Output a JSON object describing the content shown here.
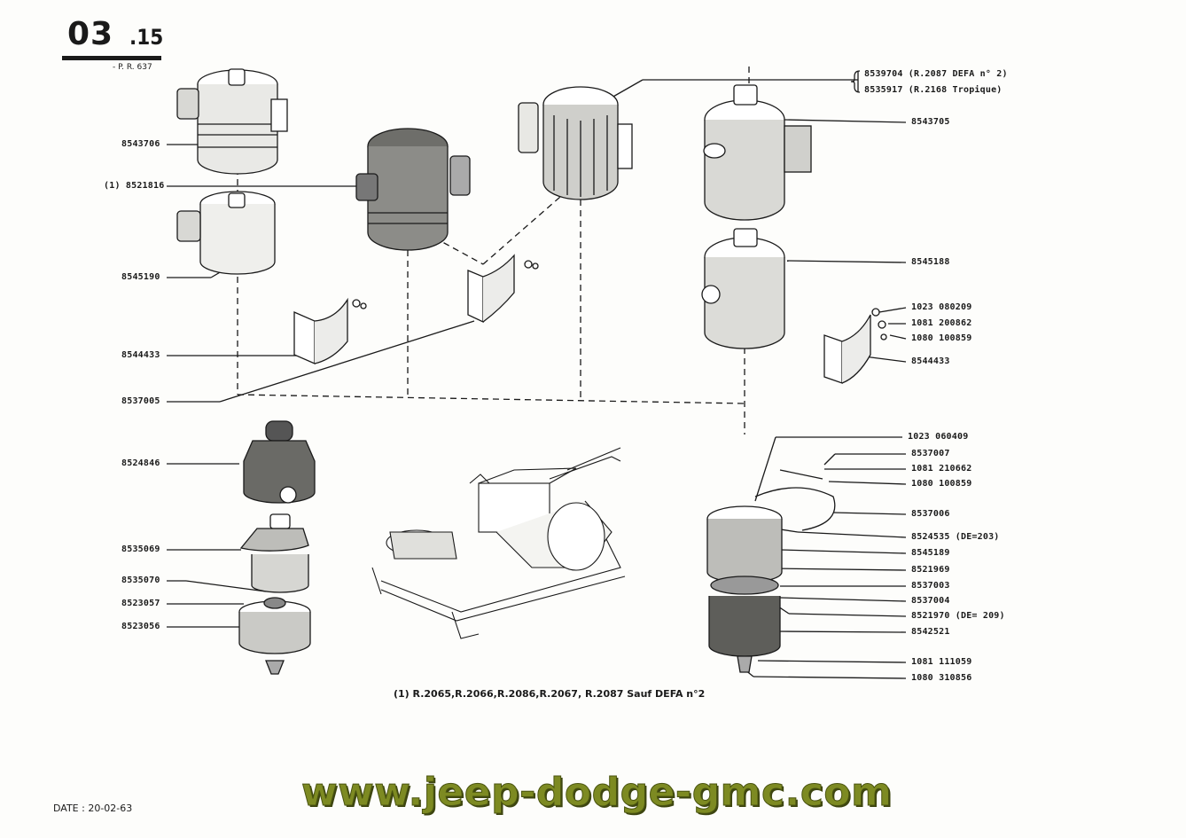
{
  "header": {
    "section_main": "03",
    "section_sub": ".15",
    "ref": "- P. R. 637"
  },
  "labels_left": [
    {
      "id": "l1",
      "text": "8543706"
    },
    {
      "id": "l2",
      "text": "(1) 8521816"
    },
    {
      "id": "l3",
      "text": "8545190"
    },
    {
      "id": "l4",
      "text": "8544433"
    },
    {
      "id": "l5",
      "text": "8537005"
    },
    {
      "id": "l6",
      "text": "8524846"
    },
    {
      "id": "l7",
      "text": "8535069"
    },
    {
      "id": "l8",
      "text": "8535070"
    },
    {
      "id": "l9",
      "text": "8523057"
    },
    {
      "id": "l10",
      "text": "8523056"
    }
  ],
  "labels_right": [
    {
      "id": "r1",
      "text": "8539704 (R.2087 DEFA n° 2)"
    },
    {
      "id": "r2",
      "text": "8535917 (R.2168 Tropique)"
    },
    {
      "id": "r3",
      "text": "8543705"
    },
    {
      "id": "r4",
      "text": "8545188"
    },
    {
      "id": "r5",
      "text": "1023 080209"
    },
    {
      "id": "r6",
      "text": "1081 200862"
    },
    {
      "id": "r7",
      "text": "1080 100859"
    },
    {
      "id": "r8",
      "text": "8544433"
    },
    {
      "id": "r9",
      "text": "1023 060409"
    },
    {
      "id": "r10",
      "text": "8537007"
    },
    {
      "id": "r11",
      "text": "1081 210662"
    },
    {
      "id": "r12",
      "text": "1080 100859"
    },
    {
      "id": "r13",
      "text": "8537006"
    },
    {
      "id": "r14",
      "text": "8524535 (DE=203)"
    },
    {
      "id": "r15",
      "text": "8545189"
    },
    {
      "id": "r16",
      "text": "8521969"
    },
    {
      "id": "r17",
      "text": "8537003"
    },
    {
      "id": "r18",
      "text": "8537004"
    },
    {
      "id": "r19",
      "text": "8521970 (DE= 209)"
    },
    {
      "id": "r20",
      "text": "8542521"
    },
    {
      "id": "r21",
      "text": "1081 111059"
    },
    {
      "id": "r22",
      "text": "1080 310856"
    }
  ],
  "footnote": "(1) R.2065,R.2066,R.2086,R.2067, R.2087 Sauf DEFA n°2",
  "date": "DATE : 20-02-63",
  "watermark": "www.jeep-dodge-gmc.com",
  "colors": {
    "ink": "#1a1a1a",
    "paper": "#fdfdfb",
    "watermark": "#7d8a22"
  }
}
